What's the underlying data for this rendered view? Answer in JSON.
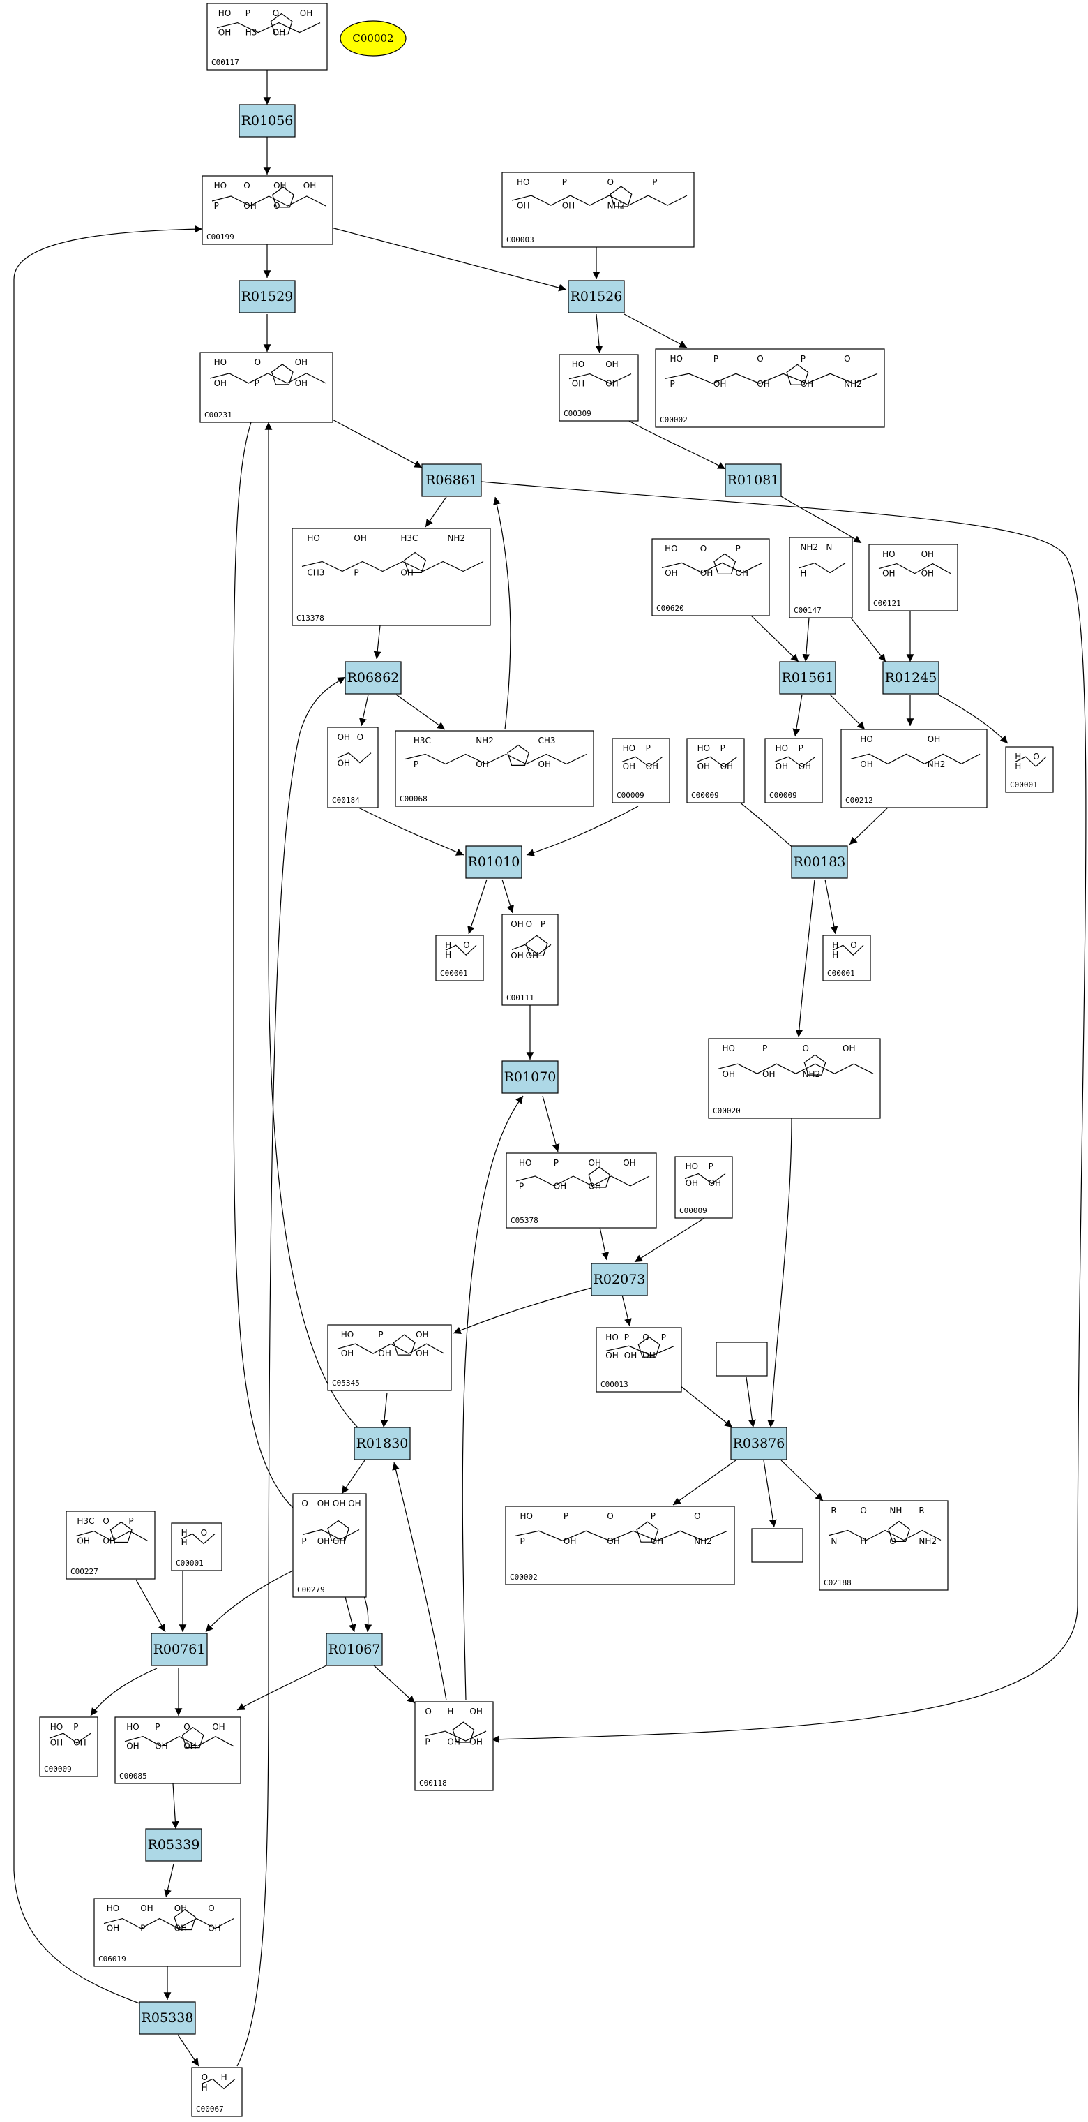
{
  "compounds": [
    {
      "id": "C00117",
      "label": "C00117",
      "atoms": [
        "HO",
        "P",
        "O",
        "OH",
        "OH",
        "H3",
        "OH"
      ]
    },
    {
      "id": "C00199",
      "label": "C00199",
      "atoms": [
        "HO",
        "O",
        "OH",
        "OH",
        "P",
        "OH",
        "O"
      ]
    },
    {
      "id": "C00003",
      "label": "C00003",
      "atoms": [
        "HO",
        "P",
        "O",
        "P",
        "OH",
        "OH",
        "NH2"
      ]
    },
    {
      "id": "C00231",
      "label": "C00231",
      "atoms": [
        "HO",
        "O",
        "OH",
        "OH",
        "P",
        "OH"
      ]
    },
    {
      "id": "C00309",
      "label": "C00309",
      "atoms": [
        "HO",
        "OH",
        "OH",
        "OH"
      ]
    },
    {
      "id": "C00002a",
      "label": "C00002",
      "atoms": [
        "HO",
        "P",
        "O",
        "P",
        "O",
        "P",
        "OH",
        "OH",
        "OH",
        "NH2"
      ]
    },
    {
      "id": "C13378",
      "label": "C13378",
      "atoms": [
        "HO",
        "OH",
        "H3C",
        "NH2",
        "CH3",
        "P",
        "OH"
      ]
    },
    {
      "id": "C00620",
      "label": "C00620",
      "atoms": [
        "HO",
        "O",
        "P",
        "OH",
        "OH",
        "OH"
      ]
    },
    {
      "id": "C00147",
      "label": "C00147",
      "atoms": [
        "NH2",
        "N",
        "H"
      ]
    },
    {
      "id": "C00121",
      "label": "C00121",
      "atoms": [
        "HO",
        "OH",
        "OH",
        "OH"
      ]
    },
    {
      "id": "C00184",
      "label": "C00184",
      "atoms": [
        "OH",
        "O",
        "OH"
      ]
    },
    {
      "id": "C00068",
      "label": "C00068",
      "atoms": [
        "H3C",
        "NH2",
        "CH3",
        "P",
        "OH",
        "OH"
      ]
    },
    {
      "id": "C00009a",
      "label": "C00009",
      "atoms": [
        "HO",
        "P",
        "OH",
        "OH"
      ]
    },
    {
      "id": "C00009b",
      "label": "C00009",
      "atoms": [
        "HO",
        "P",
        "OH",
        "OH"
      ]
    },
    {
      "id": "C00009c",
      "label": "C00009",
      "atoms": [
        "HO",
        "P",
        "OH",
        "OH"
      ]
    },
    {
      "id": "C00212",
      "label": "C00212",
      "atoms": [
        "HO",
        "OH",
        "OH",
        "NH2"
      ]
    },
    {
      "id": "C00001a",
      "label": "C00001",
      "atoms": [
        "H",
        "O",
        "H"
      ]
    },
    {
      "id": "C00001b",
      "label": "C00001",
      "atoms": [
        "H",
        "O",
        "H"
      ]
    },
    {
      "id": "C00111",
      "label": "C00111",
      "atoms": [
        "OH",
        "O",
        "P",
        "OH",
        "OH"
      ]
    },
    {
      "id": "C00001c",
      "label": "C00001",
      "atoms": [
        "H",
        "O",
        "H"
      ]
    },
    {
      "id": "C00020",
      "label": "C00020",
      "atoms": [
        "HO",
        "P",
        "O",
        "OH",
        "OH",
        "OH",
        "NH2"
      ]
    },
    {
      "id": "C05378",
      "label": "C05378",
      "atoms": [
        "HO",
        "P",
        "OH",
        "OH",
        "P",
        "OH",
        "OH"
      ]
    },
    {
      "id": "C00009d",
      "label": "C00009",
      "atoms": [
        "HO",
        "P",
        "OH",
        "OH"
      ]
    },
    {
      "id": "C05345",
      "label": "C05345",
      "atoms": [
        "HO",
        "P",
        "OH",
        "OH",
        "OH",
        "OH"
      ]
    },
    {
      "id": "C00013",
      "label": "C00013",
      "atoms": [
        "HO",
        "P",
        "O",
        "P",
        "OH",
        "OH",
        "OH"
      ]
    },
    {
      "id": "Cblank1",
      "label": "",
      "atoms": []
    },
    {
      "id": "C00002b",
      "label": "C00002",
      "atoms": [
        "HO",
        "P",
        "O",
        "P",
        "O",
        "P",
        "OH",
        "OH",
        "OH",
        "NH2"
      ]
    },
    {
      "id": "Cblank2",
      "label": "",
      "atoms": []
    },
    {
      "id": "C02188",
      "label": "C02188",
      "atoms": [
        "R",
        "O",
        "NH",
        "R",
        "N",
        "H",
        "O",
        "NH2"
      ]
    },
    {
      "id": "C00227",
      "label": "C00227",
      "atoms": [
        "H3C",
        "O",
        "P",
        "OH",
        "OH"
      ]
    },
    {
      "id": "C00001d",
      "label": "C00001",
      "atoms": [
        "H",
        "O",
        "H"
      ]
    },
    {
      "id": "C00279",
      "label": "C00279",
      "atoms": [
        "O",
        "OH",
        "OH",
        "OH",
        "P",
        "OH",
        "OH"
      ]
    },
    {
      "id": "C00009e",
      "label": "C00009",
      "atoms": [
        "HO",
        "P",
        "OH",
        "OH"
      ]
    },
    {
      "id": "C00085",
      "label": "C00085",
      "atoms": [
        "HO",
        "P",
        "O",
        "OH",
        "OH",
        "OH",
        "OH"
      ]
    },
    {
      "id": "C00118",
      "label": "C00118",
      "atoms": [
        "O",
        "H",
        "OH",
        "P",
        "OH",
        "OH"
      ]
    },
    {
      "id": "C06019",
      "label": "C06019",
      "atoms": [
        "HO",
        "OH",
        "OH",
        "O",
        "OH",
        "P",
        "OH",
        "OH"
      ]
    },
    {
      "id": "C00067",
      "label": "C00067",
      "atoms": [
        "O",
        "H",
        "H"
      ]
    }
  ],
  "reactions": [
    {
      "id": "R01056",
      "label": "R01056"
    },
    {
      "id": "R01529",
      "label": "R01529"
    },
    {
      "id": "R01526",
      "label": "R01526"
    },
    {
      "id": "R06861",
      "label": "R06861"
    },
    {
      "id": "R01081",
      "label": "R01081"
    },
    {
      "id": "R06862",
      "label": "R06862"
    },
    {
      "id": "R01561",
      "label": "R01561"
    },
    {
      "id": "R01245",
      "label": "R01245"
    },
    {
      "id": "R01010",
      "label": "R01010"
    },
    {
      "id": "R00183",
      "label": "R00183"
    },
    {
      "id": "R01070",
      "label": "R01070"
    },
    {
      "id": "R02073",
      "label": "R02073"
    },
    {
      "id": "R03876",
      "label": "R03876"
    },
    {
      "id": "R01830",
      "label": "R01830"
    },
    {
      "id": "R00761",
      "label": "R00761"
    },
    {
      "id": "R01067",
      "label": "R01067"
    },
    {
      "id": "R05339",
      "label": "R05339"
    },
    {
      "id": "R05338",
      "label": "R05338"
    }
  ],
  "highlight": {
    "label": "C00002",
    "color": "#ffff00"
  },
  "colors": {
    "reaction_fill": "#add8e6",
    "compound_fill": "#ffffff",
    "stroke": "#000000"
  }
}
